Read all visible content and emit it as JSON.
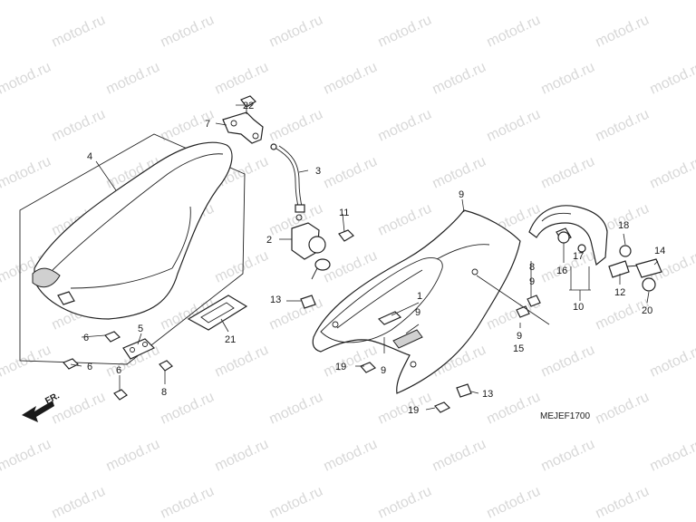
{
  "watermark": "motod.ru",
  "diagram_code": "MEJEF1700",
  "front_label": "FR.",
  "callouts": [
    "1",
    "2",
    "3",
    "4",
    "5",
    "6",
    "6",
    "6",
    "7",
    "8",
    "8",
    "9",
    "9",
    "9",
    "9",
    "9",
    "10",
    "11",
    "12",
    "13",
    "13",
    "14",
    "15",
    "16",
    "17",
    "18",
    "19",
    "19",
    "20",
    "21",
    "22"
  ]
}
